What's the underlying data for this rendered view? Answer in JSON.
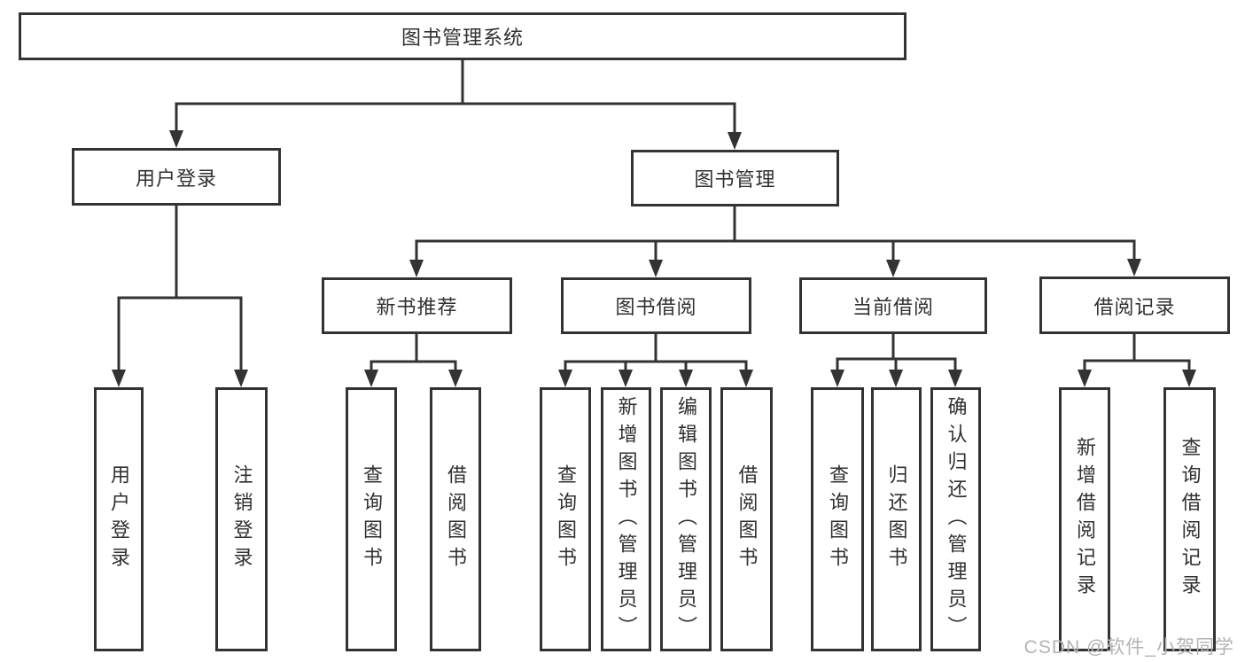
{
  "tree": {
    "root": {
      "label": "图书管理系统"
    },
    "children": [
      {
        "label": "用户登录",
        "children": [
          {
            "label": "用户登录"
          },
          {
            "label": "注销登录"
          }
        ]
      },
      {
        "label": "图书管理",
        "children": [
          {
            "label": "新书推荐",
            "children": [
              {
                "label": "查询图书"
              },
              {
                "label": "借阅图书"
              }
            ]
          },
          {
            "label": "图书借阅",
            "children": [
              {
                "label": "查询图书"
              },
              {
                "label": "新增图书（管理员）"
              },
              {
                "label": "编辑图书（管理员）"
              },
              {
                "label": "借阅图书"
              }
            ]
          },
          {
            "label": "当前借阅",
            "children": [
              {
                "label": "查询图书"
              },
              {
                "label": "归还图书"
              },
              {
                "label": "确认归还（管理员）"
              }
            ]
          },
          {
            "label": "借阅记录",
            "children": [
              {
                "label": "新增借阅记录"
              },
              {
                "label": "查询借阅记录"
              }
            ]
          }
        ]
      }
    ]
  },
  "watermark": {
    "text": "CSDN @软件_小贺同学"
  },
  "colors": {
    "line": "#333333",
    "text": "#303030",
    "watermark": "#b3b3b3",
    "background": "#ffffff"
  }
}
